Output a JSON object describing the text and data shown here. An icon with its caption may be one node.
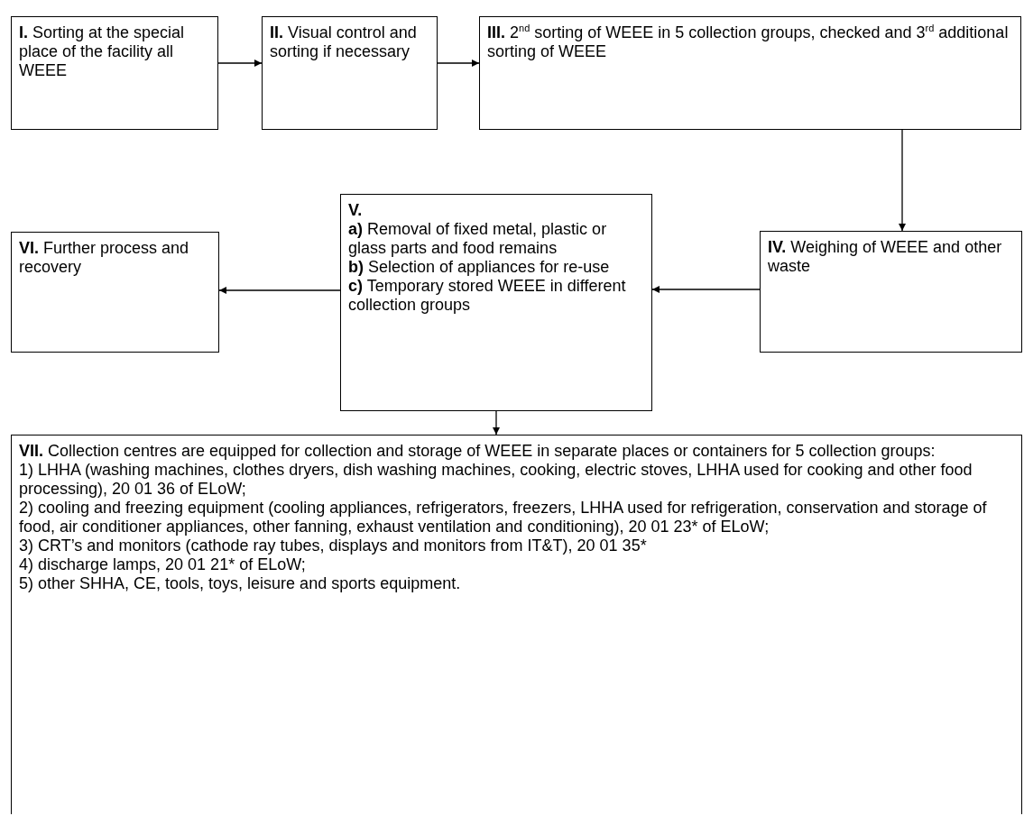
{
  "diagram": {
    "nodes": [
      {
        "text": [
          "**I.** Sorting at the special place of the facility all WEEE"
        ]
      },
      {
        "text": [
          "**II.** Visual control and sorting if necessary"
        ]
      },
      {
        "text": [
          "**III.** 2$^{nd}$ sorting of WEEE in 5 collection groups, checked and 3$^{rd}$ additional sorting of WEEE"
        ]
      },
      {
        "text": [
          "**IV.** Weighing of WEEE and other waste"
        ]
      },
      {
        "text": [
          "V.",
          "**a)** Removal of fixed metal, plastic or glass parts and food remains",
          "**b)** Selection of appliances for re-use",
          "**c)** Temporary stored WEEE in different collection groups"
        ]
      },
      {
        "text": [
          "**VI.** Further process and recovery"
        ]
      },
      {
        "text": [
          "**VII.** Collection centres are equipped for collection and storage of WEEE in separate places or containers for 5 collection groups:",
          "1) LHHA (washing machines, clothes dryers, dish washing machines, cooking, electric stoves, LHHA used for cooking and other food processing), 20 01 36 of ELoW;",
          "2) cooling and freezing equipment (cooling appliances, refrigerators, freezers, LHHA used for refrigeration, conservation and storage of food, air conditioner appliances, other fanning, exhaust ventilation and conditioning), 20 01 23* of ELoW;",
          "3) CRT’s and monitors (cathode ray tubes, displays and monitors from IT&T), 20 01 35*",
          "4) discharge lamps, 20 01 21* of ELoW;",
          "5) other SHHA, CE, tools, toys, leisure and sports equipment."
        ]
      }
    ],
    "edges": [
      {
        "from": 0,
        "to": 1,
        "arrow": "to"
      },
      {
        "from": 1,
        "to": 2,
        "arrow": "to"
      },
      {
        "from": 2,
        "to": 3,
        "arrow": "to"
      },
      {
        "from": 3,
        "to": 4,
        "arrow": "to"
      },
      {
        "from": 4,
        "to": 5,
        "arrow": "to"
      },
      {
        "from": 4,
        "to": 6,
        "arrow": "to"
      }
    ]
  }
}
